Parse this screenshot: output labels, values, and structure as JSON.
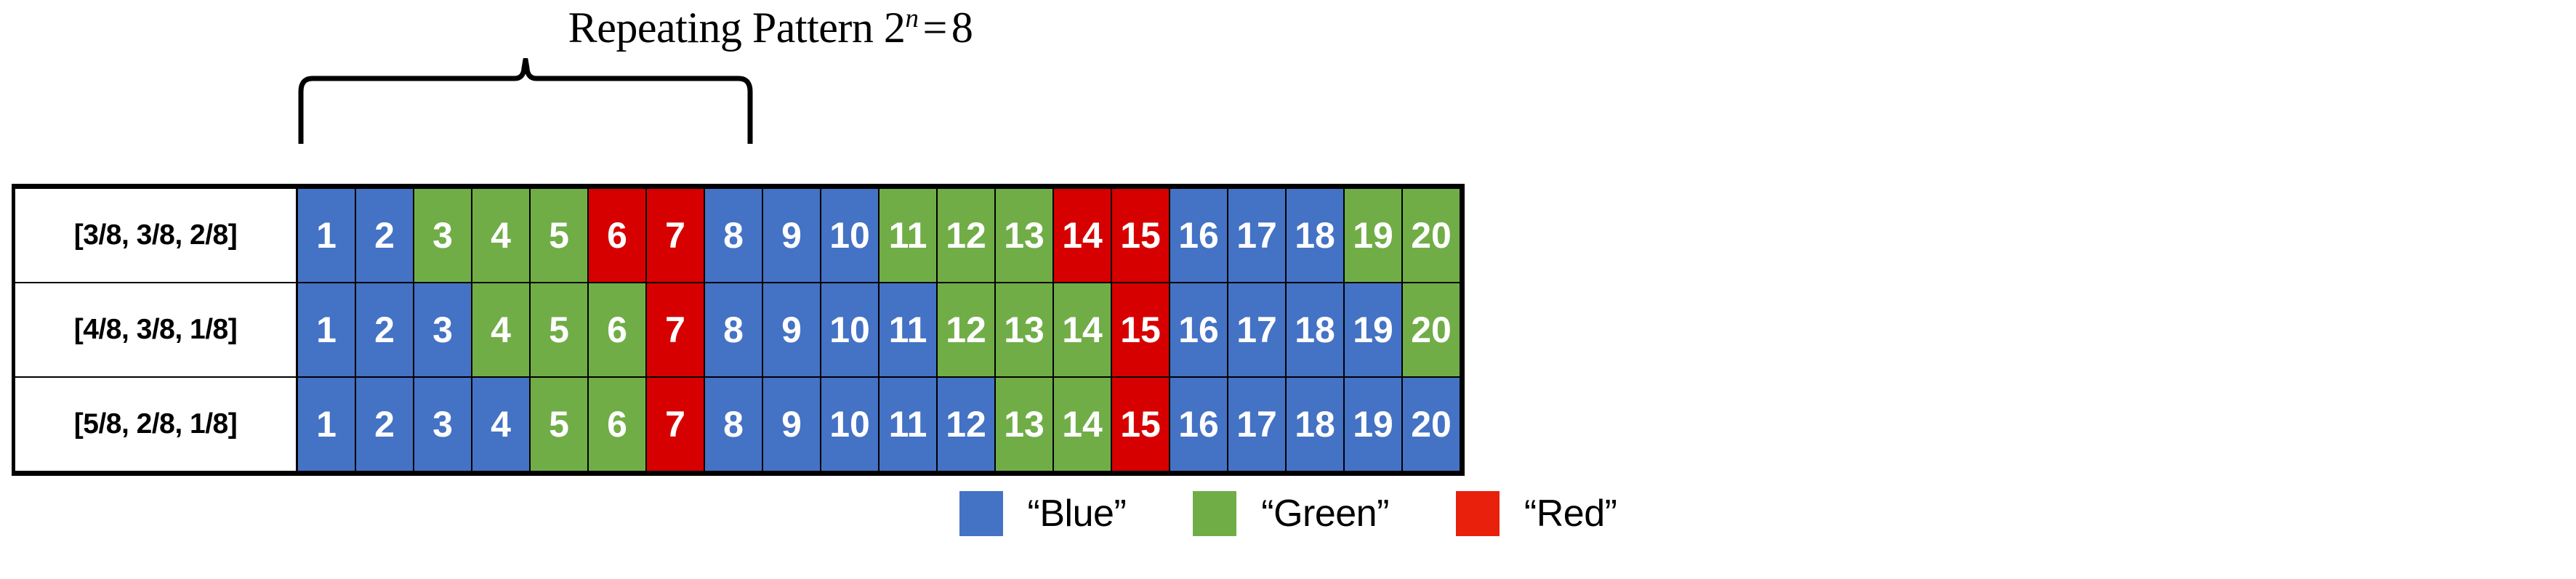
{
  "title": {
    "prefix": "Repeating Pattern ",
    "base": "2",
    "exponent": "n",
    "equals": "=",
    "value": "8",
    "full_text": "Repeating Pattern 2^n = 8"
  },
  "brace": {
    "name": "curly-brace",
    "spans_columns": 8,
    "from_column": "1",
    "to_column": "8"
  },
  "colors": {
    "blue": "#4472C4",
    "green": "#70AD47",
    "red": "#D60000",
    "legend_red": "#E8200C",
    "border": "#000000",
    "text_on_cell": "#FFFFFF",
    "background": "#FFFFFF"
  },
  "table": {
    "column_numbers": [
      "1",
      "2",
      "3",
      "4",
      "5",
      "6",
      "7",
      "8",
      "9",
      "10",
      "11",
      "12",
      "13",
      "14",
      "15",
      "16",
      "17",
      "18",
      "19",
      "20"
    ],
    "rows": [
      {
        "label": "[3/8, 3/8, 2/8]",
        "cells": [
          {
            "n": "1",
            "color": "blue"
          },
          {
            "n": "2",
            "color": "blue"
          },
          {
            "n": "3",
            "color": "green"
          },
          {
            "n": "4",
            "color": "green"
          },
          {
            "n": "5",
            "color": "green"
          },
          {
            "n": "6",
            "color": "red"
          },
          {
            "n": "7",
            "color": "red"
          },
          {
            "n": "8",
            "color": "blue"
          },
          {
            "n": "9",
            "color": "blue"
          },
          {
            "n": "10",
            "color": "blue"
          },
          {
            "n": "11",
            "color": "green"
          },
          {
            "n": "12",
            "color": "green"
          },
          {
            "n": "13",
            "color": "green"
          },
          {
            "n": "14",
            "color": "red"
          },
          {
            "n": "15",
            "color": "red"
          },
          {
            "n": "16",
            "color": "blue"
          },
          {
            "n": "17",
            "color": "blue"
          },
          {
            "n": "18",
            "color": "blue"
          },
          {
            "n": "19",
            "color": "green"
          },
          {
            "n": "20",
            "color": "green"
          }
        ]
      },
      {
        "label": "[4/8, 3/8, 1/8]",
        "cells": [
          {
            "n": "1",
            "color": "blue"
          },
          {
            "n": "2",
            "color": "blue"
          },
          {
            "n": "3",
            "color": "blue"
          },
          {
            "n": "4",
            "color": "green"
          },
          {
            "n": "5",
            "color": "green"
          },
          {
            "n": "6",
            "color": "green"
          },
          {
            "n": "7",
            "color": "red"
          },
          {
            "n": "8",
            "color": "blue"
          },
          {
            "n": "9",
            "color": "blue"
          },
          {
            "n": "10",
            "color": "blue"
          },
          {
            "n": "11",
            "color": "blue"
          },
          {
            "n": "12",
            "color": "green"
          },
          {
            "n": "13",
            "color": "green"
          },
          {
            "n": "14",
            "color": "green"
          },
          {
            "n": "15",
            "color": "red"
          },
          {
            "n": "16",
            "color": "blue"
          },
          {
            "n": "17",
            "color": "blue"
          },
          {
            "n": "18",
            "color": "blue"
          },
          {
            "n": "19",
            "color": "blue"
          },
          {
            "n": "20",
            "color": "green"
          }
        ]
      },
      {
        "label": "[5/8, 2/8, 1/8]",
        "cells": [
          {
            "n": "1",
            "color": "blue"
          },
          {
            "n": "2",
            "color": "blue"
          },
          {
            "n": "3",
            "color": "blue"
          },
          {
            "n": "4",
            "color": "blue"
          },
          {
            "n": "5",
            "color": "green"
          },
          {
            "n": "6",
            "color": "green"
          },
          {
            "n": "7",
            "color": "red"
          },
          {
            "n": "8",
            "color": "blue"
          },
          {
            "n": "9",
            "color": "blue"
          },
          {
            "n": "10",
            "color": "blue"
          },
          {
            "n": "11",
            "color": "blue"
          },
          {
            "n": "12",
            "color": "blue"
          },
          {
            "n": "13",
            "color": "green"
          },
          {
            "n": "14",
            "color": "green"
          },
          {
            "n": "15",
            "color": "red"
          },
          {
            "n": "16",
            "color": "blue"
          },
          {
            "n": "17",
            "color": "blue"
          },
          {
            "n": "18",
            "color": "blue"
          },
          {
            "n": "19",
            "color": "blue"
          },
          {
            "n": "20",
            "color": "blue"
          }
        ]
      }
    ]
  },
  "legend": {
    "items": [
      {
        "label": "“Blue”",
        "color": "blue"
      },
      {
        "label": "“Green”",
        "color": "green"
      },
      {
        "label": "“Red”",
        "color": "red"
      }
    ]
  }
}
